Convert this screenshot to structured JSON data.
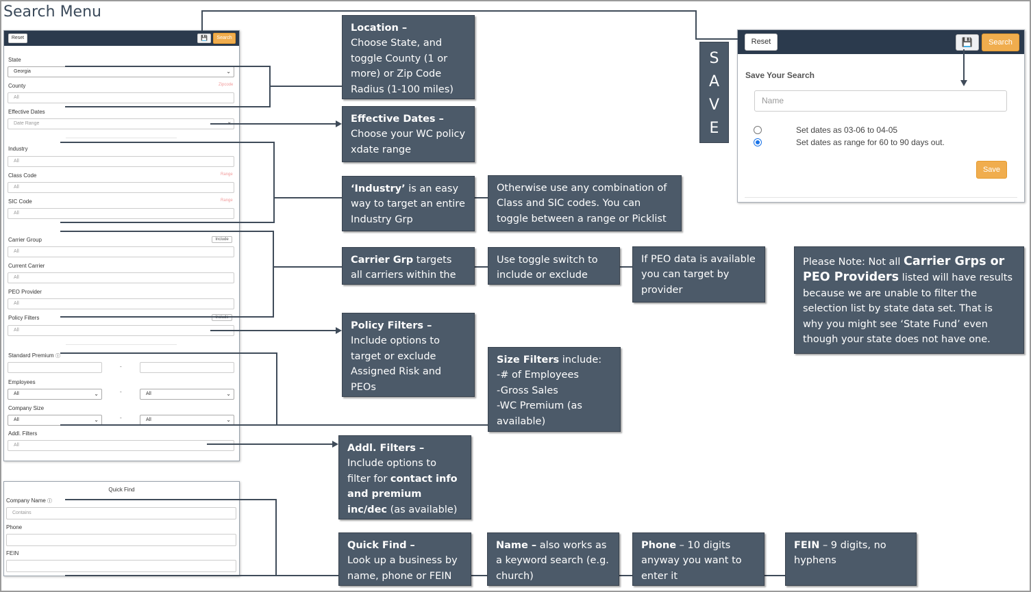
{
  "page_title": "Search Menu",
  "colors": {
    "callout_bg": "#4c5a69",
    "header_bar": "#2b3a4d",
    "accent_orange": "#f0ad4e",
    "zip_label": "#f19a9a"
  },
  "icons": {
    "save": "floppy-disk-icon",
    "dropdown": "chevron-down-icon",
    "help": "question-circle-icon"
  },
  "search_panel": {
    "reset_label": "Reset",
    "search_label": "Search",
    "state": {
      "label": "State",
      "value": "Georgia"
    },
    "county": {
      "label": "County",
      "toggle": "Zipcode",
      "placeholder": "All"
    },
    "effective_dates": {
      "label": "Effective Dates",
      "placeholder": "Date Range"
    },
    "industry": {
      "label": "Industry",
      "placeholder": "All"
    },
    "class_code": {
      "label": "Class Code",
      "toggle": "Range",
      "placeholder": "All"
    },
    "sic_code": {
      "label": "SIC Code",
      "toggle": "Range",
      "placeholder": "All"
    },
    "carrier_group": {
      "label": "Carrier Group",
      "toggle": "Include",
      "placeholder": "All"
    },
    "current_carrier": {
      "label": "Current Carrier",
      "placeholder": "All"
    },
    "peo_provider": {
      "label": "PEO Provider",
      "placeholder": "All"
    },
    "policy_filters": {
      "label": "Policy Filters",
      "toggle": "Include",
      "placeholder": "All"
    },
    "standard_premium": {
      "label": "Standard Premium",
      "dash": "-"
    },
    "employees": {
      "label": "Employees",
      "from": "All",
      "to": "All",
      "dash": "-"
    },
    "company_size": {
      "label": "Company Size",
      "from": "All",
      "to": "All",
      "dash": "-"
    },
    "addl_filters": {
      "label": "Addl. Filters",
      "placeholder": "All"
    }
  },
  "quick_find": {
    "title": "Quick Find",
    "company_name": {
      "label": "Company Name",
      "placeholder": "Contains"
    },
    "phone": {
      "label": "Phone"
    },
    "fein": {
      "label": "FEIN"
    }
  },
  "save_panel": {
    "reset_label": "Reset",
    "search_label": "Search",
    "heading": "Save Your Search",
    "name_placeholder": "Name",
    "options": [
      "Set dates as 03-06 to 04-05",
      "Set dates as range for 60 to 90 days out."
    ],
    "selected_option": 1,
    "save_label": "Save",
    "side_letters": [
      "S",
      "A",
      "V",
      "E"
    ]
  },
  "callouts": {
    "location": {
      "bold": "Location –",
      "text": "Choose State, and toggle County (1 or more) or Zip Code Radius (1-100 miles)"
    },
    "effective_dates": {
      "bold": "Effective Dates –",
      "text": "Choose your WC policy xdate range"
    },
    "industry": {
      "bold": "‘Industry’",
      "text": " is an easy way to target an entire Industry Grp"
    },
    "class_sic": {
      "text": "Otherwise use any combination of Class and SIC codes. You can toggle between a range or Picklist"
    },
    "carrier_grp": {
      "bold": "Carrier Grp",
      "text": " targets all carriers within the grp"
    },
    "toggle_switch": {
      "text": "Use toggle switch to include or exclude"
    },
    "peo": {
      "text": "If PEO data is available you can target by provider"
    },
    "note": {
      "pre": "Please Note: Not all ",
      "bold": "Carrier Grps or PEO Providers",
      "post": " listed will have results because we are unable to filter the selection list by state data set. That is why you might see ‘State Fund’ even though your state does not have one."
    },
    "policy_filters": {
      "bold": "Policy Filters –",
      "text": "Include options to target or exclude Assigned Risk and PEOs"
    },
    "size_filters": {
      "bold": "Size Filters",
      "text": " include:",
      "lines": [
        "-# of Employees",
        "-Gross Sales",
        "-WC Premium (as available)"
      ]
    },
    "addl_filters": {
      "bold": "Addl. Filters –",
      "text1": "Include options to filter for ",
      "bold2": "contact info and premium inc/dec",
      "text2": " (as available)"
    },
    "quick_find": {
      "bold": "Quick Find –",
      "text": "Look up a business by name, phone or FEIN"
    },
    "name": {
      "bold": "Name –",
      "text": " also works as a keyword search (e.g. church)"
    },
    "phone": {
      "bold": "Phone",
      "text": " – 10 digits anyway you want to enter it"
    },
    "fein": {
      "bold": "FEIN",
      "text": " – 9 digits, no hyphens"
    }
  }
}
